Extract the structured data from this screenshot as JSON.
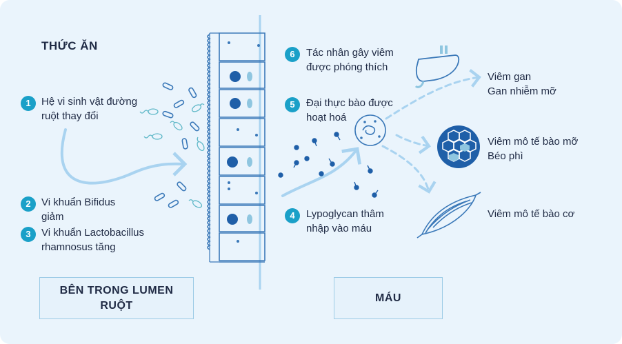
{
  "heading": "THỨC ĂN",
  "left_steps": [
    {
      "num": "1",
      "line1": "Hệ vi sinh vật đường",
      "line2": "ruột thay đổi"
    },
    {
      "num": "2",
      "line1": "Vi khuẩn Bifidus",
      "line2": "giảm"
    },
    {
      "num": "3",
      "line1": "Vi khuẩn Lactobacillus",
      "line2": "rhamnosus tăng"
    }
  ],
  "right_steps": [
    {
      "num": "6",
      "line1": "Tác nhân gây viêm",
      "line2": "được phóng thích"
    },
    {
      "num": "5",
      "line1": "Đại thực bào được",
      "line2": "hoạt hoá"
    },
    {
      "num": "4",
      "line1": "Lypoglycan thâm",
      "line2": "nhập vào máu"
    }
  ],
  "outcomes": {
    "liver": {
      "line1": "Viêm gan",
      "line2": "Gan nhiễm mỡ"
    },
    "fat": {
      "line1": "Viêm mô tế bào mỡ",
      "line2": "Béo phì"
    },
    "muscle": {
      "line1": "Viêm mô tế bào cơ"
    }
  },
  "boxes": {
    "lumen": {
      "line1": "BÊN TRONG LUMEN",
      "line2": "RUỘT"
    },
    "blood": {
      "label": "MÁU"
    }
  },
  "colors": {
    "accent": "#1aa0c8",
    "dark_blue": "#1f5fa8",
    "line_blue": "#3a78b8",
    "arrow_light": "#a9d3f0",
    "background": "#eaf4fc"
  }
}
